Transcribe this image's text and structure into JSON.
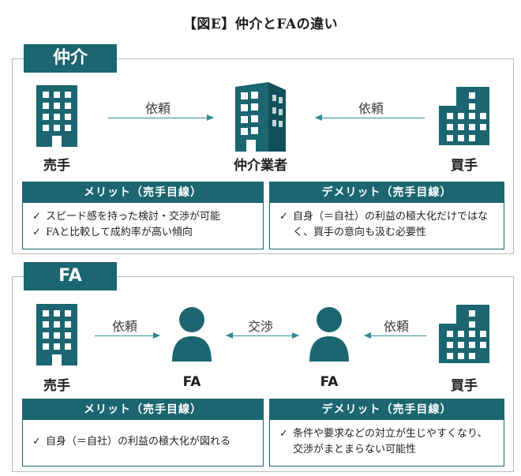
{
  "title": "【図E】仲介とFAの違い",
  "check_mark": "✓",
  "icons": {
    "seller": "office-building-icon",
    "intermediary": "office-tower-icon",
    "buyer": "stepped-building-icon",
    "fa": "person-icon"
  },
  "colors": {
    "accent": "#1b6671",
    "arrow": "#2f8a93",
    "border": "#b9b9b9"
  },
  "section1": {
    "tab": "仲介",
    "seller": "売手",
    "center": "仲介業者",
    "buyer": "買手",
    "arrow_left": "依頼",
    "arrow_right": "依頼",
    "merit": {
      "header": "メリット（売手目線）",
      "items": [
        "スピード感を持った検討・交渉が可能",
        "FAと比較して成約率が高い傾向"
      ]
    },
    "demerit": {
      "header": "デメリット（売手目線）",
      "lines": [
        "自身（＝自社）の利益の極大化だけではな",
        "く、買手の意向も汲む必要性"
      ]
    }
  },
  "section2": {
    "tab": "FA",
    "seller": "売手",
    "fa_left": "FA",
    "fa_right": "FA",
    "buyer": "買手",
    "arrow_left": "依頼",
    "arrow_middle": "交渉",
    "arrow_right": "依頼",
    "merit": {
      "header": "メリット（売手目線）",
      "items": [
        "自身（＝自社）の利益の極大化が図れる"
      ]
    },
    "demerit": {
      "header": "デメリット（売手目線）",
      "lines": [
        "条件や要求などの対立が生じやすくなり、",
        "交渉がまとまらない可能性"
      ]
    }
  }
}
